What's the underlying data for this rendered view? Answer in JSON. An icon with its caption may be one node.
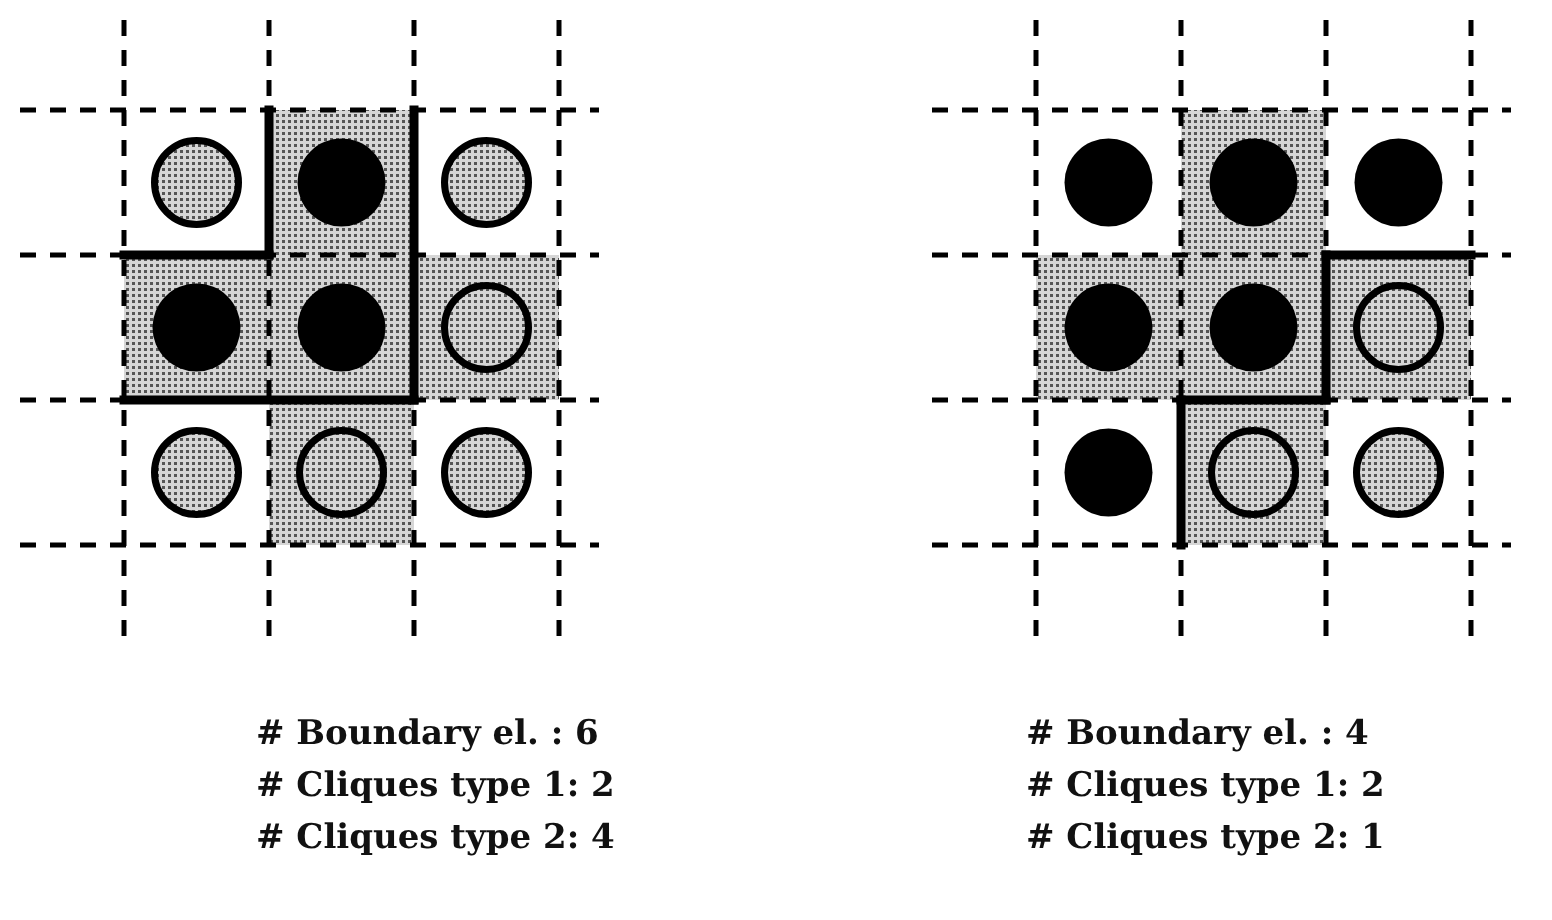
{
  "diagram": {
    "labels": [
      "# Boundary el. : 6",
      "# Cliques type 1: 2",
      "# Cliques type 2: 4",
      "# Boundary el. : 4",
      "# Cliques type 1: 2",
      "# Cliques type 2: 1"
    ]
  }
}
